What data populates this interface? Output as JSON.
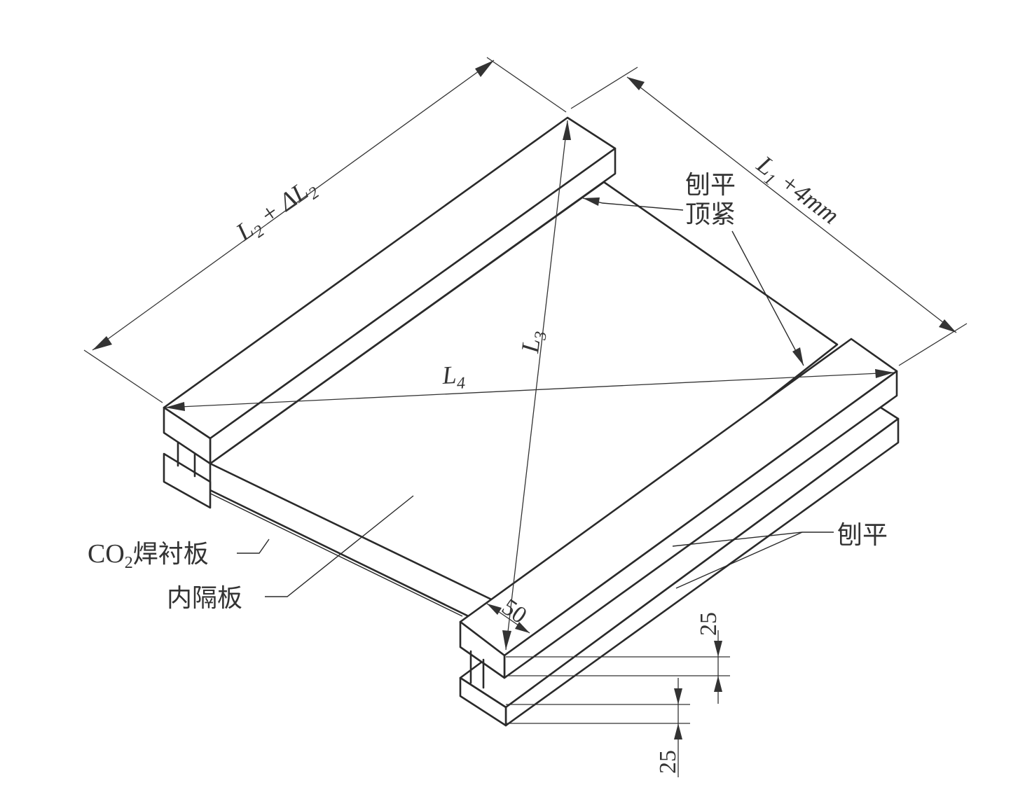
{
  "labels": {
    "dim_left": {
      "main": "L",
      "sub": "2",
      "mid": " + ΔL",
      "sub2": "2"
    },
    "dim_right": {
      "main": "L",
      "sub": "1",
      "rest": " +4mm"
    },
    "diag_l3": {
      "main": "L",
      "sub": "3"
    },
    "diag_l4": {
      "main": "L",
      "sub": "4"
    },
    "plane_top_tight": {
      "line1": "刨平",
      "line2": "顶紧"
    },
    "plane": "刨平",
    "co2_liner": {
      "pre": "CO",
      "sub": "2",
      "post": "焊衬板"
    },
    "inner_partition": "内隔板",
    "dim_50": "50",
    "dim_25_upper": "25",
    "dim_25_lower": "25"
  }
}
